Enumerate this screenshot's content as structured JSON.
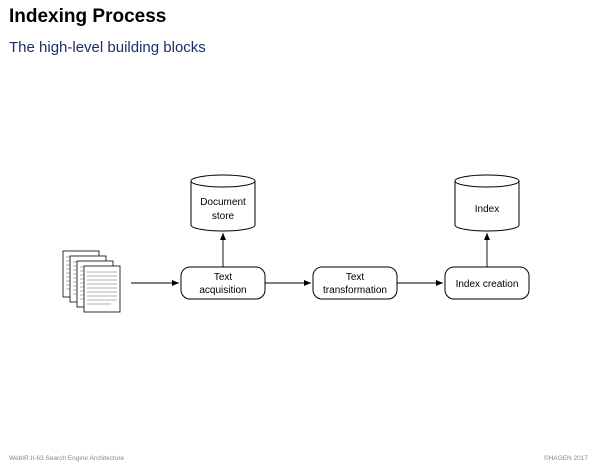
{
  "header": {
    "title": "Indexing Process",
    "subtitle": "The high-level building blocks"
  },
  "diagram": {
    "stores": [
      {
        "id": "document-store",
        "lines": [
          "Document",
          "store"
        ]
      },
      {
        "id": "index",
        "lines": [
          "Index"
        ]
      }
    ],
    "steps": [
      {
        "id": "text-acquisition",
        "lines": [
          "Text",
          "acquisition"
        ]
      },
      {
        "id": "text-transformation",
        "lines": [
          "Text",
          "transformation"
        ]
      },
      {
        "id": "index-creation",
        "lines": [
          "Index creation"
        ]
      }
    ],
    "source_icon": "document-stack-icon"
  },
  "footer": {
    "left": "WebIR:II-63   Search Engine Architecture",
    "right": "©HAGEN 2017"
  }
}
